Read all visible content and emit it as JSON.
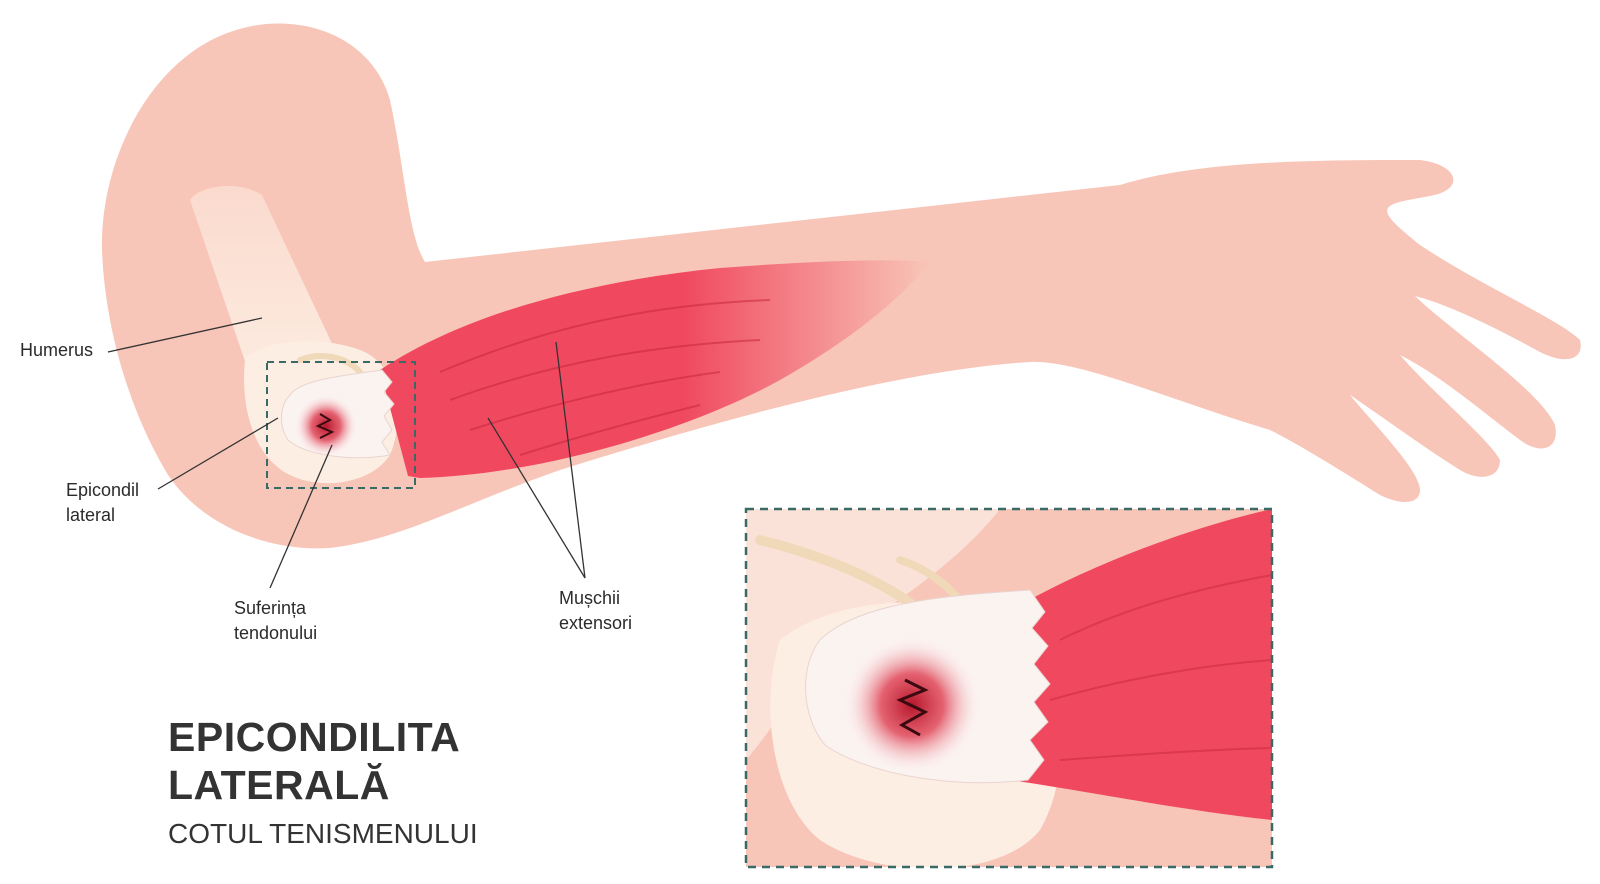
{
  "labels": {
    "humerus": "Humerus",
    "epicondyle": [
      "Epicondil",
      "lateral"
    ],
    "tendon": [
      "Suferința",
      "tendonului"
    ],
    "muscles": [
      "Mușchii",
      "extensori"
    ]
  },
  "title": [
    "EPICONDILITA",
    "LATERALĂ"
  ],
  "subtitle": "COTUL TENISMENULUI",
  "colors": {
    "skin": "#f8c6b8",
    "skin_light": "#fbe2d8",
    "bone": "#fdeee3",
    "muscle": "#f0485f",
    "inflammation": "#b5162a",
    "frame": "#3a6a66",
    "leader": "#333333"
  }
}
